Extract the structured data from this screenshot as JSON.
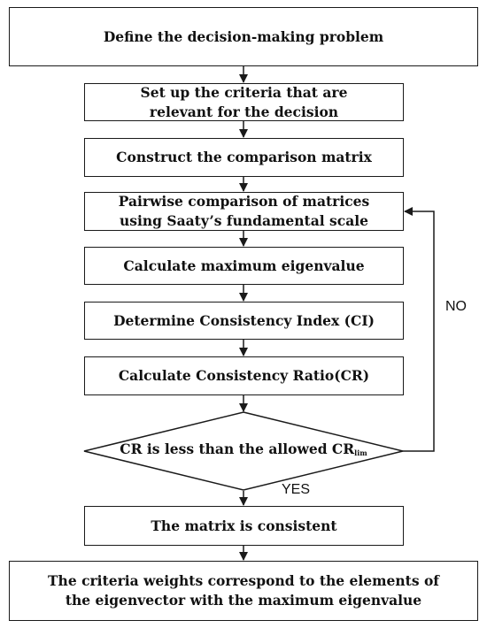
{
  "steps": {
    "define": "Define the decision-making problem",
    "criteria_l1": "Set up the criteria that are",
    "criteria_l2": "relevant for the decision",
    "construct": "Construct the comparison matrix",
    "pairwise_l1": "Pairwise comparison of matrices",
    "pairwise_l2": "using Saaty’s fundamental scale",
    "eigen": "Calculate maximum eigenvalue",
    "ci": "Determine Consistency Index (CI)",
    "cr": "Calculate Consistency Ratio(CR)",
    "consistent": "The matrix is consistent",
    "final_l1": "The criteria weights correspond to the elements of",
    "final_l2": "the eigenvector with the maximum eigenvalue"
  },
  "decision": {
    "text": "CR is less than the allowed CR",
    "subscript": "lim",
    "yes_label": "YES",
    "no_label": "NO"
  }
}
